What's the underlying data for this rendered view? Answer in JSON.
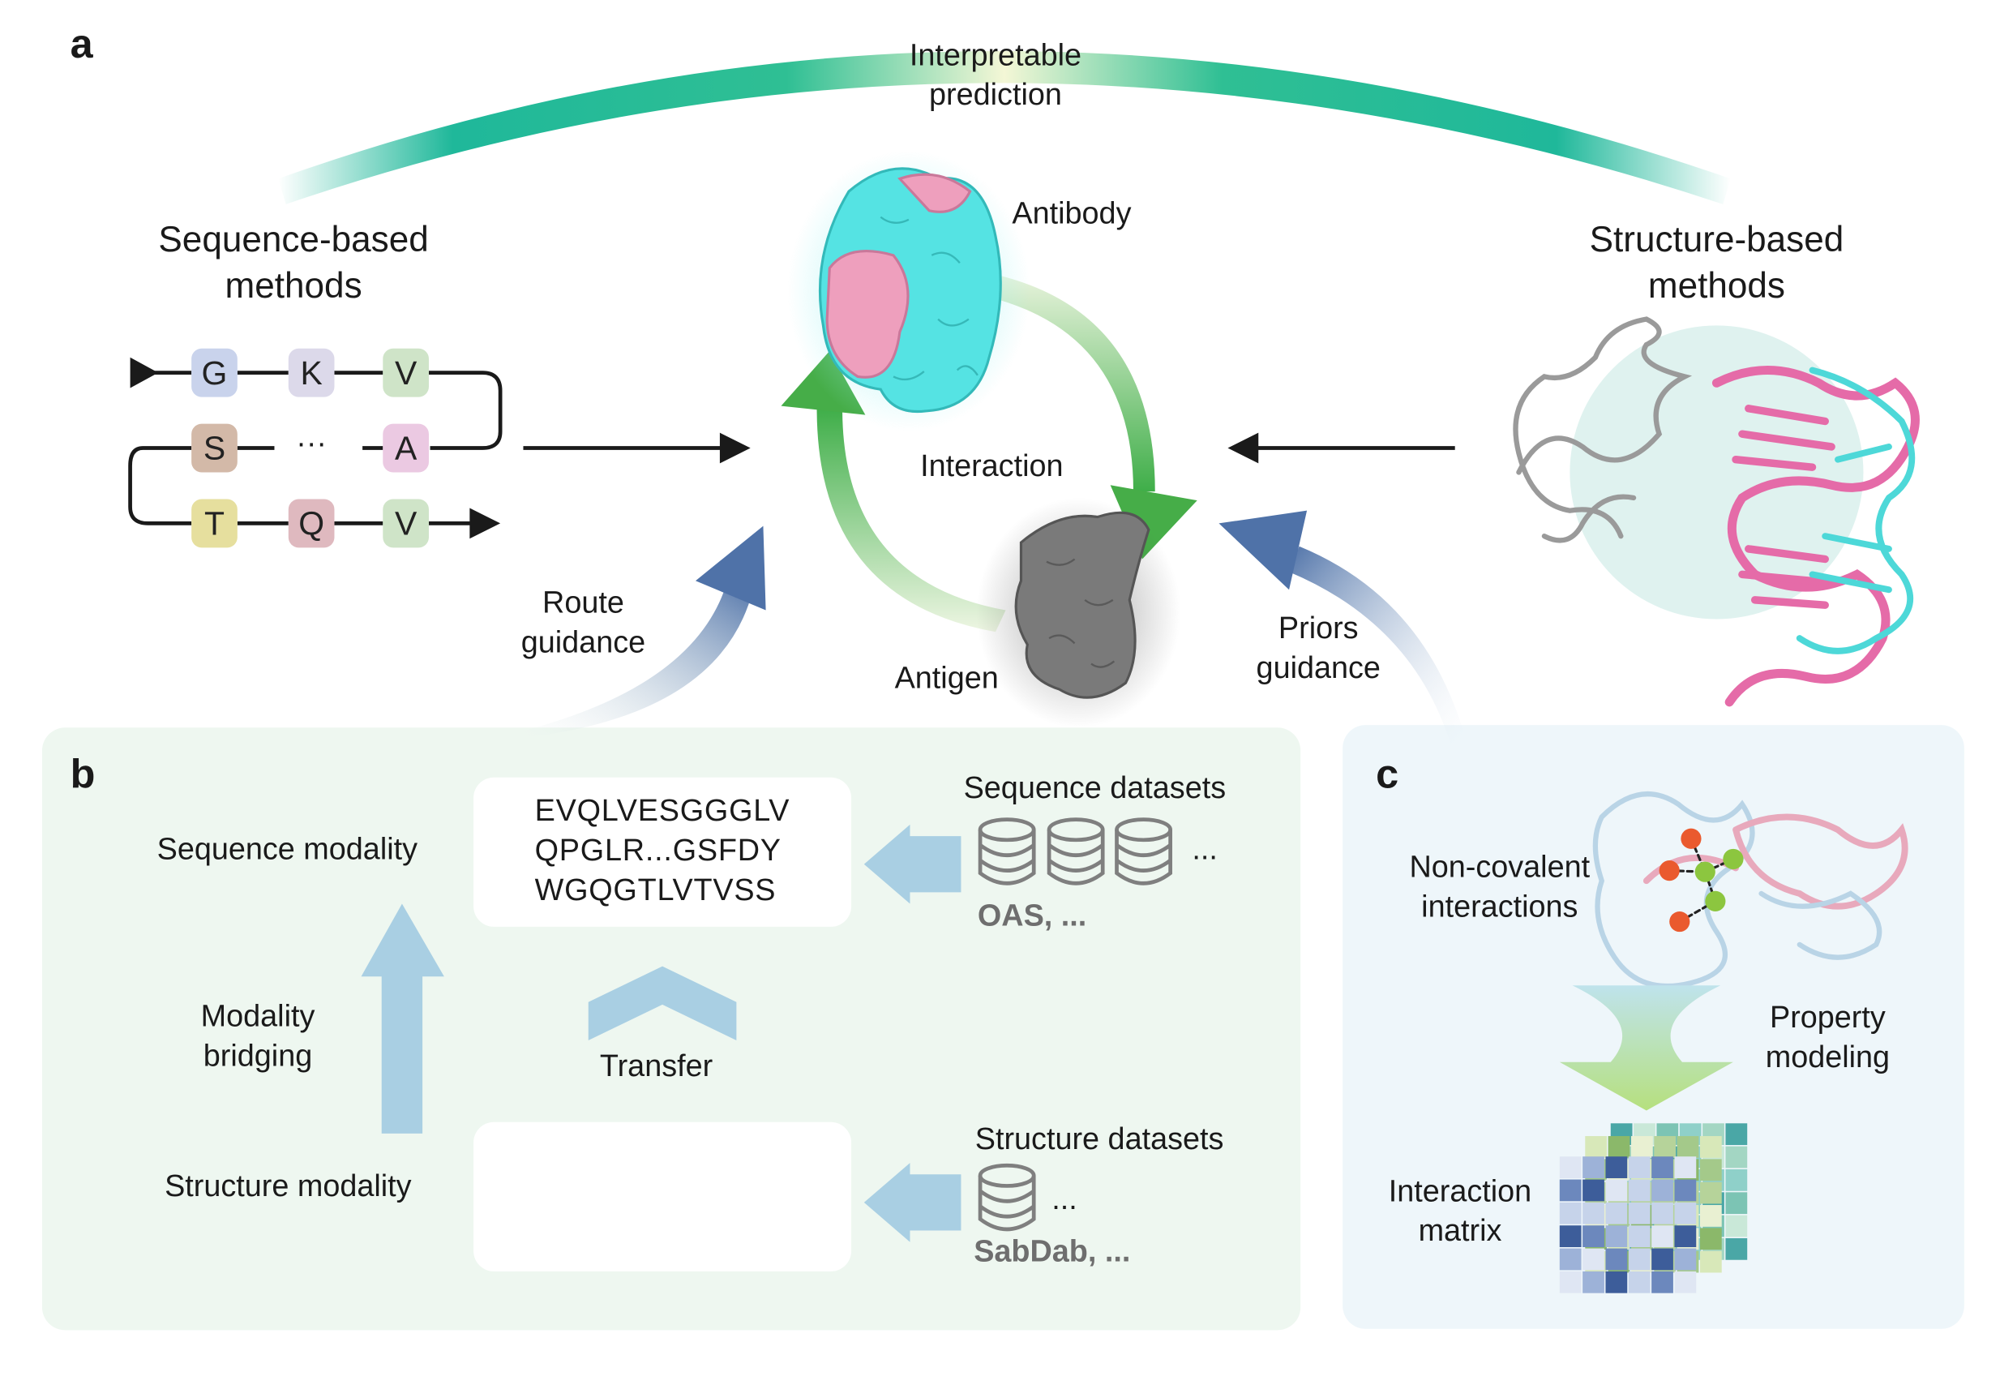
{
  "panels": {
    "a": "a",
    "b": "b",
    "c": "c"
  },
  "top": {
    "interpretable": [
      "Interpretable",
      "prediction"
    ],
    "sequence_methods": [
      "Sequence-based",
      "methods"
    ],
    "structure_methods": [
      "Structure-based",
      "methods"
    ]
  },
  "sequence_chain": {
    "row1": [
      "G",
      "K",
      "V"
    ],
    "row2": [
      "S",
      "···",
      "A"
    ],
    "row3": [
      "T",
      "Q",
      "V"
    ]
  },
  "cycle": {
    "antibody": "Antibody",
    "interaction": "Interaction",
    "antigen": "Antigen",
    "route_guidance": [
      "Route",
      "guidance"
    ],
    "priors_guidance": [
      "Priors",
      "guidance"
    ]
  },
  "panel_b": {
    "sequence_modality": "Sequence modality",
    "structure_modality": "Structure modality",
    "modality_bridging": [
      "Modality",
      "bridging"
    ],
    "transfer": "Transfer",
    "sequence_lines": [
      "EVQLVESGGGLV",
      "QPGLR...GSFDY",
      "WGQGTLVTVSS"
    ],
    "sequence_datasets": "Sequence datasets",
    "sequence_datasets_ellipsis": "...",
    "sequence_datasets_example": "OAS, ...",
    "structure_datasets": "Structure datasets",
    "structure_datasets_ellipsis": "...",
    "structure_datasets_example": "SabDab, ..."
  },
  "panel_c": {
    "noncovalent": [
      "Non-covalent",
      "interactions"
    ],
    "property_modeling": [
      "Property",
      "modeling"
    ],
    "interaction_matrix": [
      "Interaction",
      "matrix"
    ]
  },
  "colors": {
    "teal_arc": "#1fb89a",
    "green_cycle": "#4db24a",
    "blue_arrow": "#4f72a8",
    "light_blue_arrow": "#a9cfe3",
    "antibody_cyan": "#55e3e3",
    "antibody_pink": "#ee9fbd",
    "antigen_gray": "#7a7a7a",
    "panel_b_bg": "#eef7f0",
    "panel_c_bg": "#eef6fa"
  },
  "icons": [
    "database-icon",
    "antibody-y-icon",
    "protein-surface-icon",
    "ribbon-structure-icon",
    "matrix-heatmap-icon"
  ]
}
